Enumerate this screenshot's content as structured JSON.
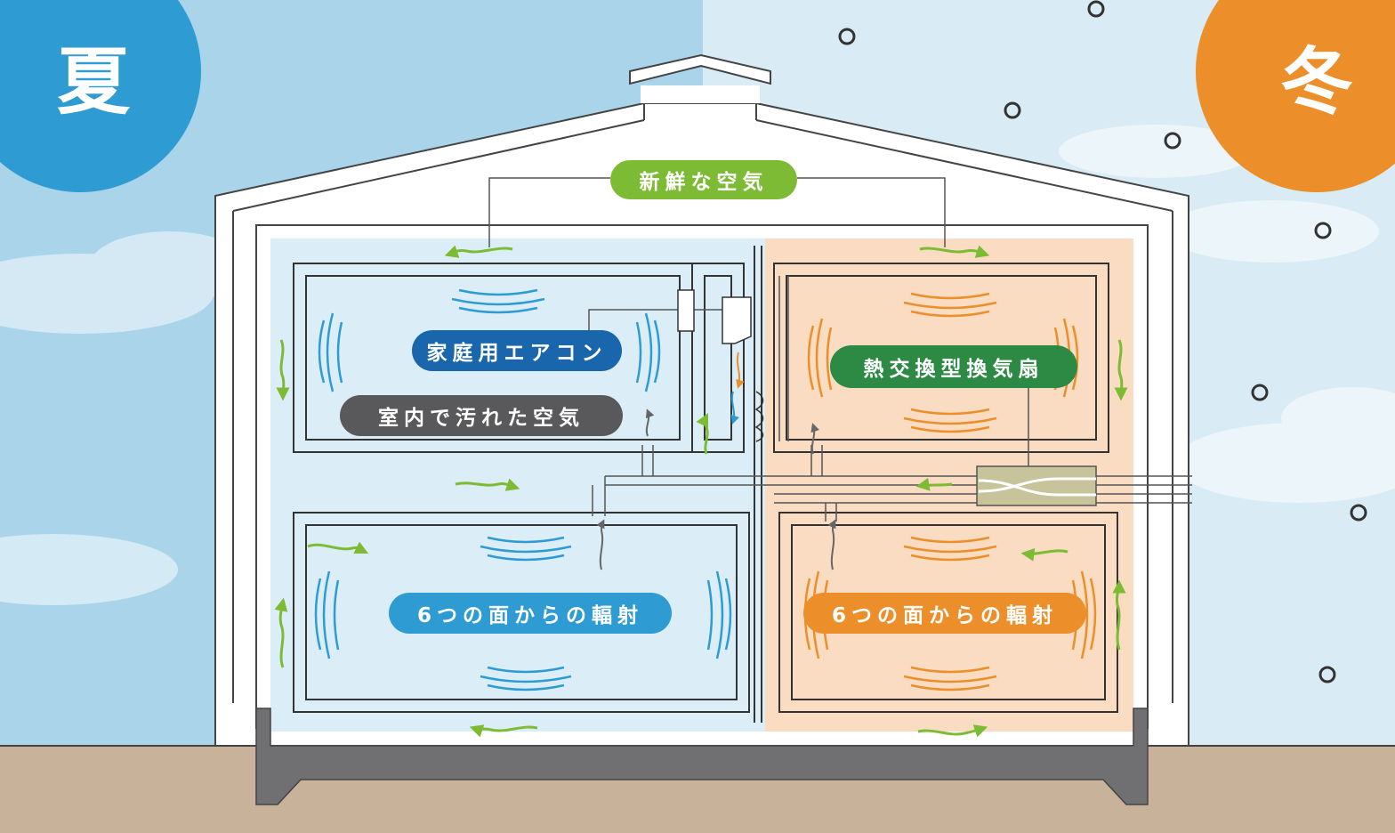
{
  "seasons": {
    "summer": {
      "label": "夏",
      "color": "#2e9bd3"
    },
    "winter": {
      "label": "冬",
      "color": "#ec8f2a"
    }
  },
  "labels": {
    "fresh_air": {
      "text": "新鮮な空気",
      "color": "#7dbb34"
    },
    "air_conditioner": {
      "text": "家庭用エアコン",
      "color": "#1a66ac"
    },
    "dirty_air": {
      "text": "室内で汚れた空気",
      "color": "#59595b"
    },
    "radiation_left": {
      "text": "6つの面からの輻射",
      "color": "#2e9bd3"
    },
    "heat_exchanger": {
      "text": "熱交換型換気扇",
      "color": "#2c8a44"
    },
    "radiation_right": {
      "text": "6つの面からの輻射",
      "color": "#ec8f2a"
    }
  },
  "colors": {
    "sky_summer": "#a9d4e9",
    "sky_winter": "#d9ebf4",
    "ground": "#c9b29a",
    "foundation": "#707072",
    "interior_cool": "#dbeef8",
    "interior_warm": "#f9dcc1",
    "airflow_arrow": "#7dbb34",
    "radiation_cool": "#2e9bd3",
    "radiation_warm": "#ec8f2a",
    "duct_line": "#555555",
    "heat_exchanger_box": "#c7c39a"
  }
}
